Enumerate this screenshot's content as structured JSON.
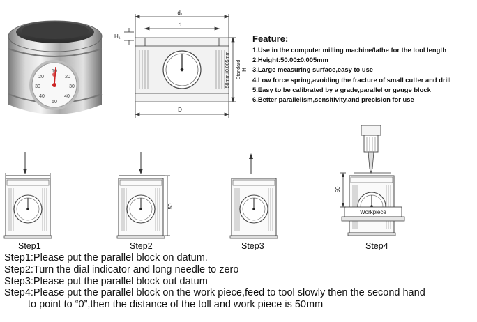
{
  "diagram": {
    "dim_top": "d₁",
    "dim_inner": "d",
    "dim_h1": "H₁",
    "dim_bottom": "D",
    "height_label": "50mm±0.005mm",
    "standard_label": "Standard",
    "dim_h": "H",
    "dim_50": "50",
    "workpiece": "Workpiece",
    "dial_numbers": [
      "10",
      "20",
      "30",
      "40",
      "50",
      "40",
      "30",
      "20"
    ]
  },
  "features": {
    "title": "Feature:",
    "items": [
      "1.Use in the computer milling machine/lathe for the tool length",
      "2.Height:50.00±0.005mm",
      "3.Large measuring surface,easy to use",
      "4.Low force spring,avoiding the fracture of small cutter and drill",
      "5.Easy to be calibrated by a grade,parallel or gauge block",
      "6.Better parallelism,sensitivity,and precision for use"
    ]
  },
  "step_labels": [
    "Step1",
    "Step2",
    "Step3",
    "Step4"
  ],
  "steps": {
    "s1": "Step1:Please put the parallel block on datum.",
    "s2": "Step2:Turn the dial indicator and long needle to zero",
    "s3": "Step3:Please put the parallel block out datum",
    "s4a": "Step4:Please put the parallel block on the work piece,feed to tool slowly then the second hand",
    "s4b": "to point to “0”,then the distance of the toll and work piece is 50mm"
  },
  "colors": {
    "steel_light": "#e6e6e6",
    "steel_dark": "#8e8e8e",
    "needle": "#cc2222",
    "line": "#333333"
  }
}
